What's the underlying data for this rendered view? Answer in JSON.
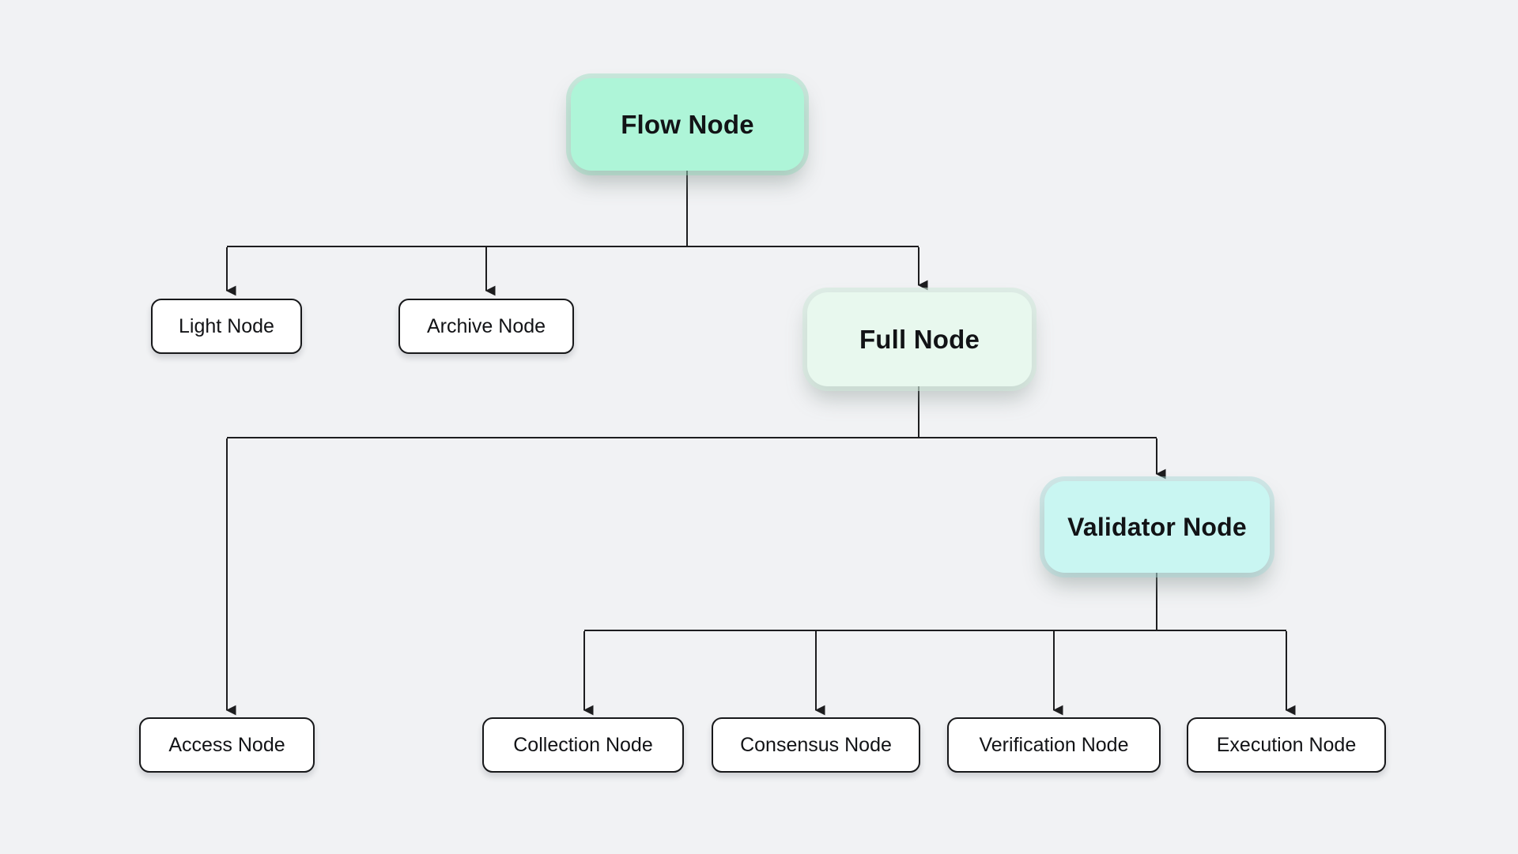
{
  "diagram": {
    "background_color": "#f1f2f4",
    "connector_color": "#1d1d1f",
    "text_color": "#121316",
    "nodes": {
      "flow": {
        "label": "Flow Node",
        "fill": "#aef5d8"
      },
      "light": {
        "label": "Light Node",
        "fill": "#ffffff"
      },
      "archive": {
        "label": "Archive Node",
        "fill": "#ffffff"
      },
      "full": {
        "label": "Full Node",
        "fill": "#e8f8ee"
      },
      "validator": {
        "label": "Validator Node",
        "fill": "#c9f6f2"
      },
      "access": {
        "label": "Access Node",
        "fill": "#ffffff"
      },
      "collection": {
        "label": "Collection Node",
        "fill": "#ffffff"
      },
      "consensus": {
        "label": "Consensus Node",
        "fill": "#ffffff"
      },
      "verification": {
        "label": "Verification Node",
        "fill": "#ffffff"
      },
      "execution": {
        "label": "Execution Node",
        "fill": "#ffffff"
      }
    },
    "edges": [
      {
        "from": "flow",
        "to": "light"
      },
      {
        "from": "flow",
        "to": "archive"
      },
      {
        "from": "flow",
        "to": "full"
      },
      {
        "from": "full",
        "to": "access"
      },
      {
        "from": "full",
        "to": "validator"
      },
      {
        "from": "validator",
        "to": "collection"
      },
      {
        "from": "validator",
        "to": "consensus"
      },
      {
        "from": "validator",
        "to": "verification"
      },
      {
        "from": "validator",
        "to": "execution"
      }
    ]
  }
}
